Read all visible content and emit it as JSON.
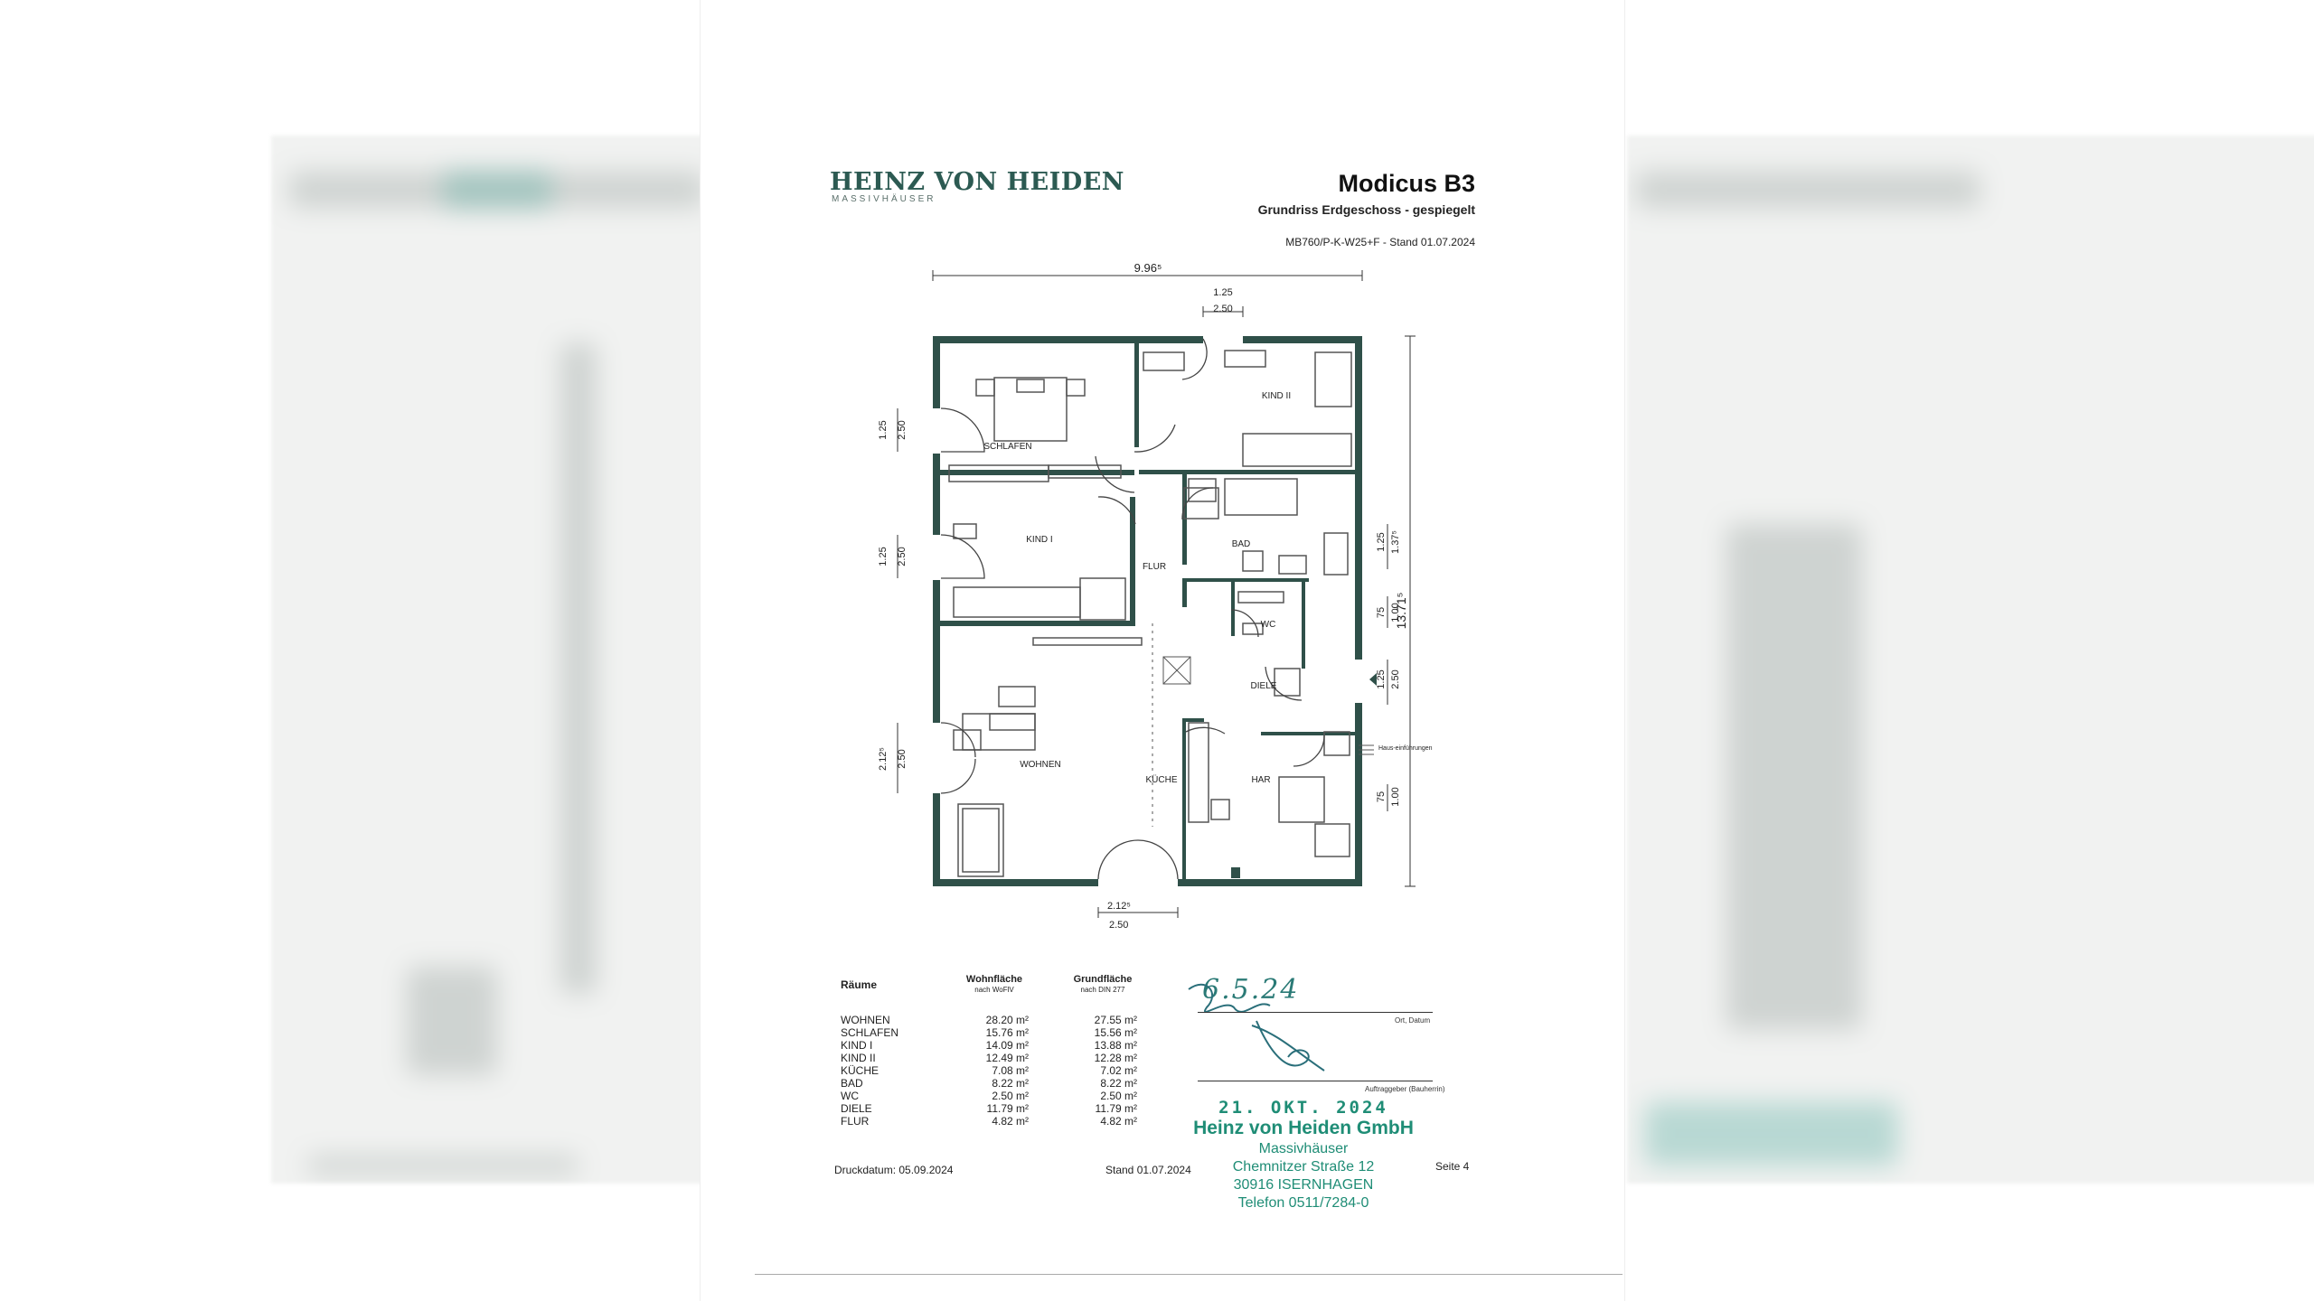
{
  "logo": {
    "main": "HEINZ VON HEIDEN",
    "sub": "MASSIVHÄUSER"
  },
  "header": {
    "title": "Modicus B3",
    "subtitle": "Grundriss Erdgeschoss - gespiegelt",
    "code": "MB760/P-K-W25+F - Stand 01.07.2024"
  },
  "plan": {
    "rooms": {
      "schlafen": "SCHLAFEN",
      "kind1": "KIND I",
      "kind2": "KIND II",
      "flur": "FLUR",
      "bad": "BAD",
      "wc": "WC",
      "diele": "DIELE",
      "wohnen": "WOHNEN",
      "kueche": "KÜCHE",
      "har": "HAR"
    },
    "dims": {
      "width_total": "9.96⁵",
      "height_total": "13.71⁵",
      "top_window_a": "1.25",
      "top_window_b": "2.50",
      "bottom_window_a": "2.12⁵",
      "bottom_window_b": "2.50",
      "left1_a": "1.25",
      "left1_b": "2.50",
      "left2_a": "1.25",
      "left2_b": "2.50",
      "left3_a": "2.12⁵",
      "left3_b": "2.50",
      "right1_a": "1.25",
      "right1_b": "1.37⁵",
      "right2_a": "75",
      "right2_b": "1.00",
      "right3_a": "1.25",
      "right3_b": "2.50",
      "right4_a": "75",
      "right4_b": "1.00"
    },
    "hausanschluss": "Haus-einführungen"
  },
  "table": {
    "col_room": "Räume",
    "col_wohn": "Wohnfläche",
    "col_wohn_sub": "nach WoFlV",
    "col_grund": "Grundfläche",
    "col_grund_sub": "nach DIN 277",
    "rows": [
      {
        "name": "WOHNEN",
        "wohn": "28.20 m²",
        "grund": "27.55 m²"
      },
      {
        "name": "SCHLAFEN",
        "wohn": "15.76 m²",
        "grund": "15.56 m²"
      },
      {
        "name": "KIND I",
        "wohn": "14.09 m²",
        "grund": "13.88 m²"
      },
      {
        "name": "KIND II",
        "wohn": "12.49 m²",
        "grund": "12.28 m²"
      },
      {
        "name": "KÜCHE",
        "wohn": "7.08 m²",
        "grund": "7.02 m²"
      },
      {
        "name": "BAD",
        "wohn": "8.22 m²",
        "grund": "8.22 m²"
      },
      {
        "name": "WC",
        "wohn": "2.50 m²",
        "grund": "2.50 m²"
      },
      {
        "name": "DIELE",
        "wohn": "11.79 m²",
        "grund": "11.79 m²"
      },
      {
        "name": "FLUR",
        "wohn": "4.82 m²",
        "grund": "4.82 m²"
      }
    ]
  },
  "signature": {
    "date_handwritten": "6.5.24",
    "ort_label": "Ort, Datum",
    "auftraggeber_label": "Auftraggeber (Bauherrin)"
  },
  "stamp": {
    "date": "21. OKT. 2024",
    "company": "Heinz von Heiden GmbH",
    "line1": "Massivhäuser",
    "line2": "Chemnitzer Straße 12",
    "line3": "30916 ISERNHAGEN",
    "line4": "Telefon 0511/7284-0"
  },
  "footer": {
    "druckdatum": "Druckdatum: 05.09.2024",
    "stand": "Stand 01.07.2024",
    "seite": "Seite 4"
  }
}
